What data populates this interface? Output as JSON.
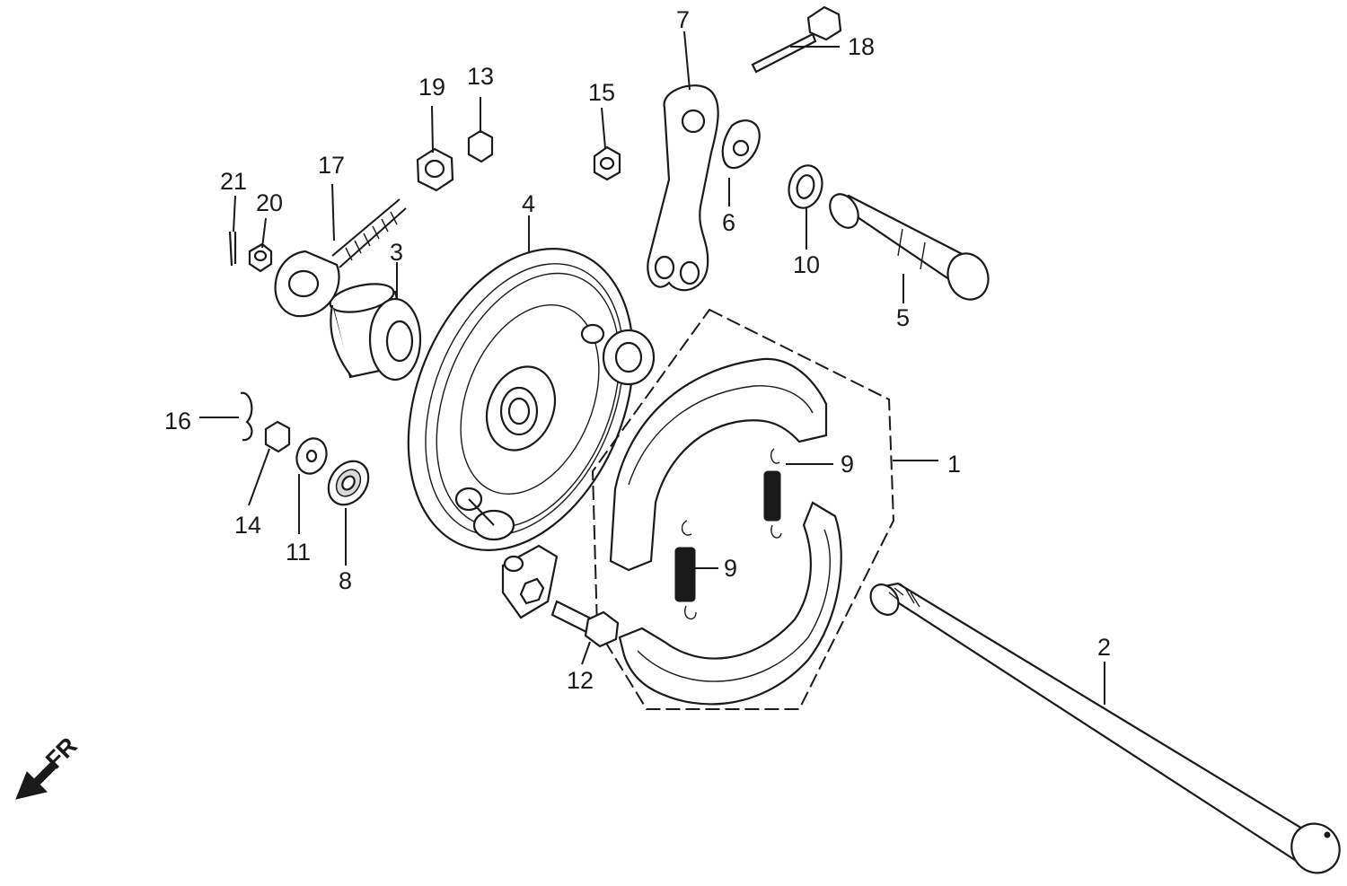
{
  "parts": {
    "p1": "1",
    "p2": "2",
    "p3": "3",
    "p4": "4",
    "p5": "5",
    "p6": "6",
    "p7": "7",
    "p8": "8",
    "p9a": "9",
    "p9b": "9",
    "p10": "10",
    "p11": "11",
    "p12": "12",
    "p13": "13",
    "p14": "14",
    "p15": "15",
    "p16": "16",
    "p17": "17",
    "p18": "18",
    "p19": "19",
    "p20": "20",
    "p21": "21"
  },
  "direction": {
    "label": "FR",
    "icon": "front-direction-arrow-icon"
  }
}
